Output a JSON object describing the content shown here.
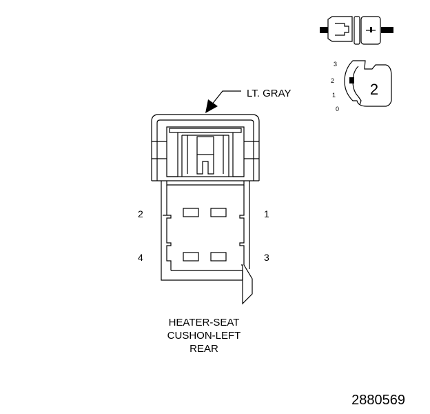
{
  "connector": {
    "color_label": "LT. GRAY",
    "name_line1": "HEATER-SEAT",
    "name_line2": "CUSHON-LEFT",
    "name_line3": "REAR"
  },
  "pins": {
    "p1": "1",
    "p2": "2",
    "p3": "3",
    "p4": "4"
  },
  "inset": {
    "position_labels": [
      "3",
      "2",
      "1",
      "0"
    ],
    "position_number": "2"
  },
  "figure_id": "2880569"
}
